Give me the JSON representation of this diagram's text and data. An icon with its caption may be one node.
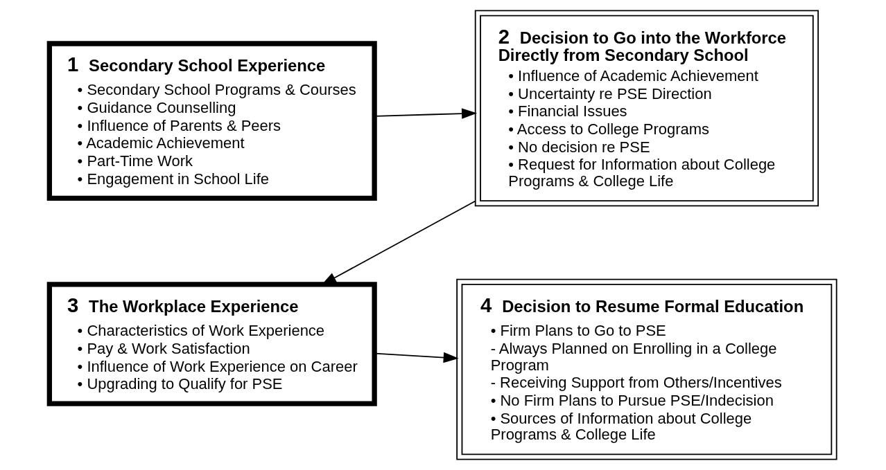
{
  "diagram": {
    "nodes": [
      {
        "text": [
          "1",
          "Secondary School Experience",
          "• Secondary School Programs & Courses",
          "• Guidance Counselling",
          "• Influence of Parents & Peers",
          "• Academic Achievement",
          "• Part-Time Work",
          "• Engagement in School Life"
        ]
      },
      {
        "text": [
          "2",
          "Decision to Go into the Workforce Directly from Secondary School",
          "• Influence of Academic Achievement",
          "• Uncertainty re PSE Direction",
          "• Financial Issues",
          "• Access to College Programs",
          "• No decision re PSE",
          "• Request for Information about College Programs & College Life"
        ]
      },
      {
        "text": [
          "3",
          "The Workplace Experience",
          "• Characteristics of Work Experience",
          "• Pay & Work Satisfaction",
          "• Influence of Work Experience on Career",
          "• Upgrading to Qualify for PSE"
        ]
      },
      {
        "text": [
          "4",
          "Decision to Resume Formal Education",
          "• Firm Plans to Go to PSE",
          "- Always Planned on Enrolling in a College Program",
          "- Receiving Support from Others/Incentives",
          "• No Firm Plans to Pursue PSE/Indecision",
          "• Sources of Information about College Programs & College Life"
        ]
      }
    ],
    "edges": [
      {
        "from": 0,
        "to": 1,
        "arrow": "to"
      },
      {
        "from": 1,
        "to": 2,
        "arrow": "to"
      },
      {
        "from": 2,
        "to": 3,
        "arrow": "to"
      }
    ]
  }
}
